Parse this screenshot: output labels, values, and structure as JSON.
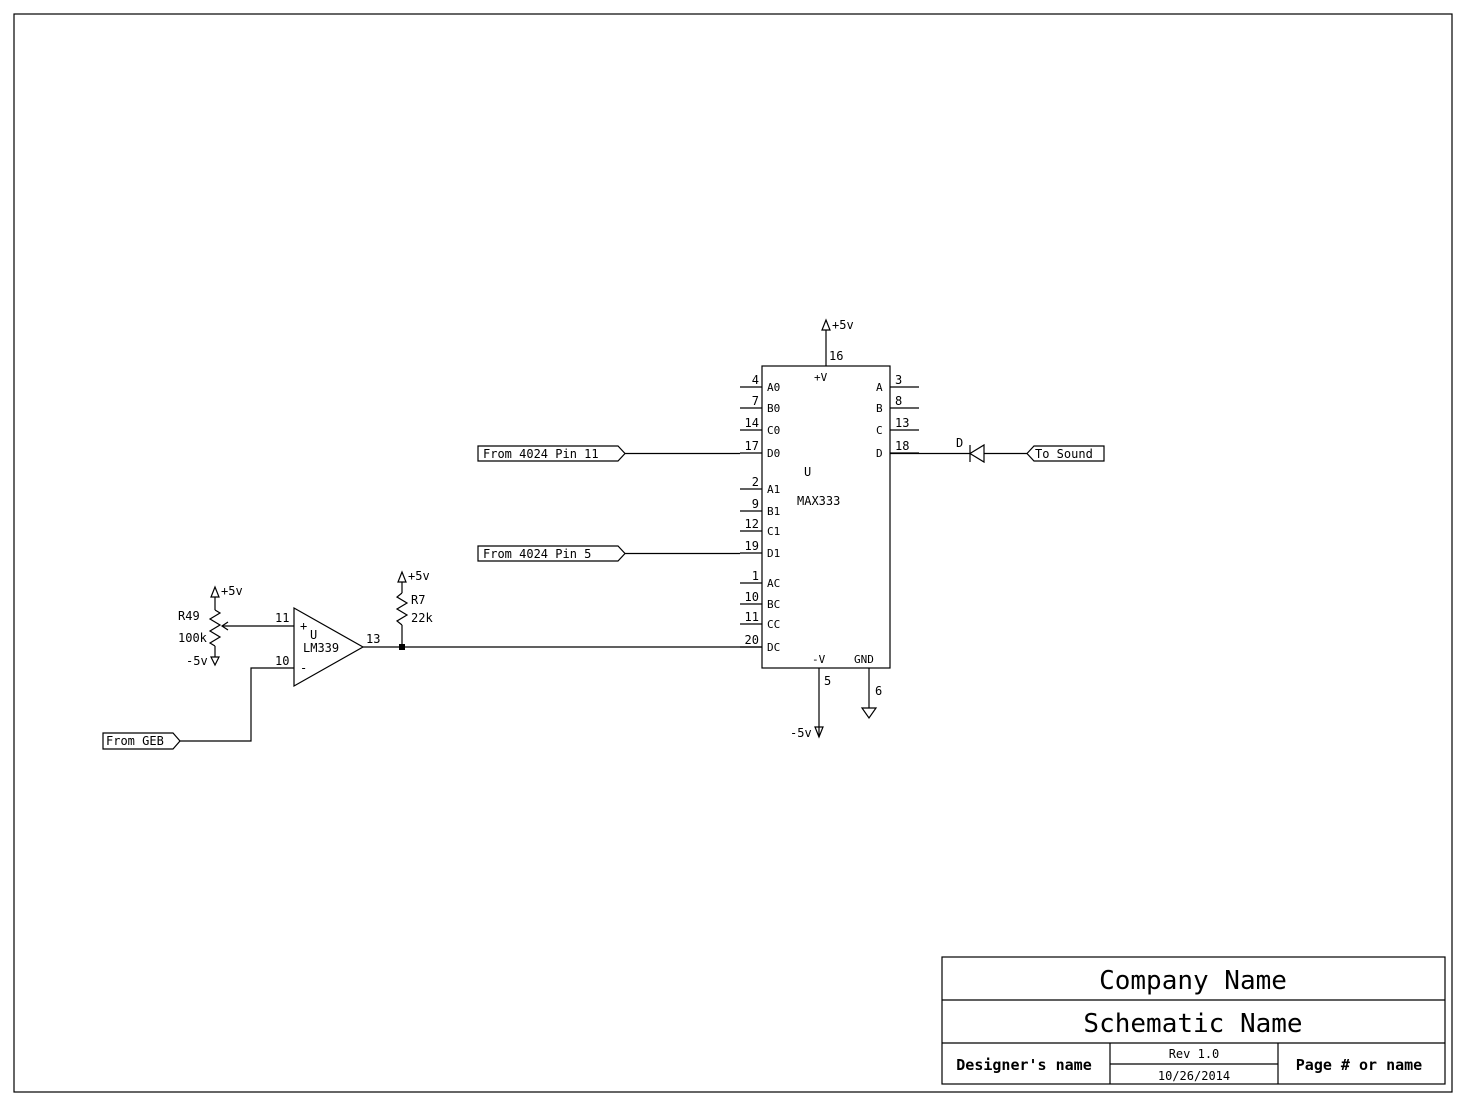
{
  "sheet": {
    "title_block": {
      "company": "Company Name",
      "schematic": "Schematic Name",
      "designer": "Designer's name",
      "rev": "Rev 1.0",
      "date": "10/26/2014",
      "page": "Page # or name"
    }
  },
  "ic_max333": {
    "ref": "U",
    "part": "MAX333",
    "pwr_pos_label": "+V",
    "pwr_neg_label": "-V",
    "gnd_label": "GND",
    "pin_pos": "16",
    "pin_neg": "5",
    "pin_gnd": "6",
    "vcc_net": "+5v",
    "vee_net": "-5v",
    "left_pins": [
      {
        "num": "4",
        "name": "A0"
      },
      {
        "num": "7",
        "name": "B0"
      },
      {
        "num": "14",
        "name": "C0"
      },
      {
        "num": "17",
        "name": "D0"
      },
      {
        "num": "2",
        "name": "A1"
      },
      {
        "num": "9",
        "name": "B1"
      },
      {
        "num": "12",
        "name": "C1"
      },
      {
        "num": "19",
        "name": "D1"
      },
      {
        "num": "1",
        "name": "AC"
      },
      {
        "num": "10",
        "name": "BC"
      },
      {
        "num": "11",
        "name": "CC"
      },
      {
        "num": "20",
        "name": "DC"
      }
    ],
    "right_pins": [
      {
        "num": "3",
        "name": "A"
      },
      {
        "num": "8",
        "name": "B"
      },
      {
        "num": "13",
        "name": "C"
      },
      {
        "num": "18",
        "name": "D"
      }
    ]
  },
  "comparator": {
    "ref": "U",
    "part": "LM339",
    "pin_plus": "11",
    "pin_minus": "10",
    "pin_out": "13",
    "plus_sign": "+",
    "minus_sign": "-"
  },
  "pot_r49": {
    "ref": "R49",
    "value": "100k",
    "top_net": "+5v",
    "bottom_net": "-5v"
  },
  "res_r7": {
    "ref": "R7",
    "value": "22k",
    "net": "+5v"
  },
  "diode": {
    "ref": "D"
  },
  "ports": {
    "from_4024_pin11": "From 4024 Pin 11",
    "from_4024_pin5": "From 4024 Pin 5",
    "from_geb": "From GEB",
    "to_sound": "To Sound"
  }
}
